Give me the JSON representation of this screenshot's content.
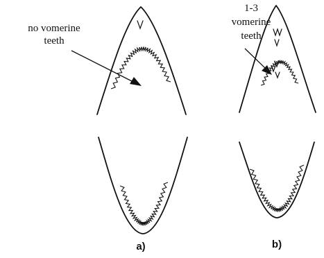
{
  "figure": {
    "panel_a": {
      "label": "a)",
      "annotation_lines": [
        "no vomerine",
        "teeth"
      ]
    },
    "panel_b": {
      "label": "b)",
      "annotation_lines": [
        "1-3",
        "vomerine",
        "teeth"
      ]
    }
  }
}
